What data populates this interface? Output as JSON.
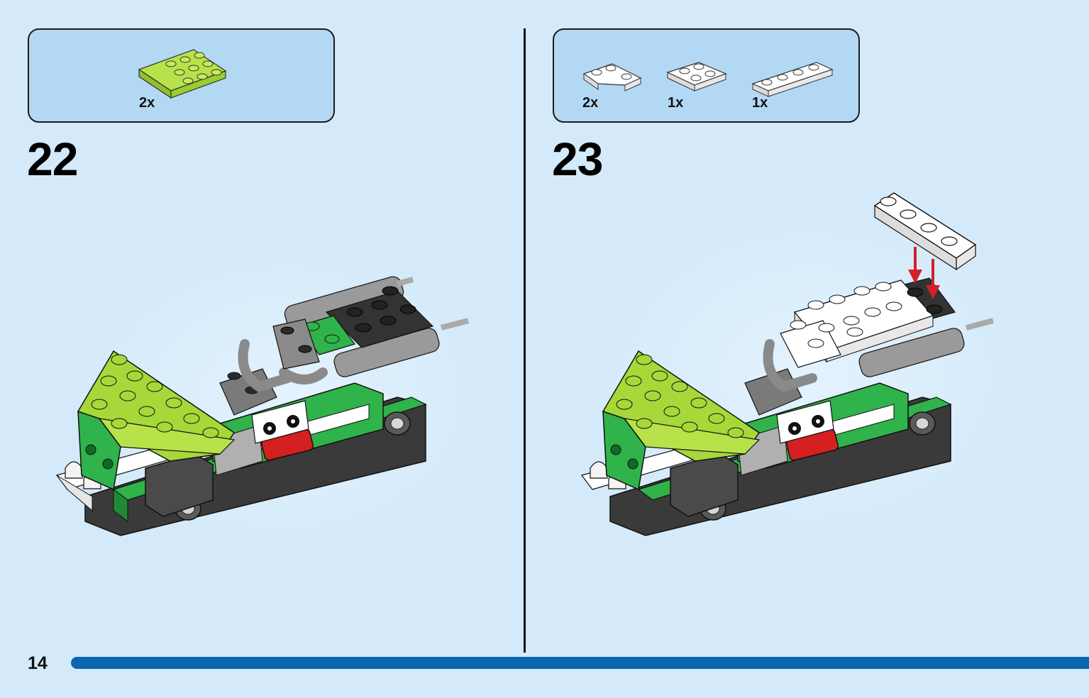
{
  "page_number": "14",
  "steps": [
    {
      "number": "22",
      "parts": [
        {
          "part": "lime-wedge-plate-icon",
          "quantity": "2x",
          "color": "#a6d83a"
        }
      ]
    },
    {
      "number": "23",
      "parts": [
        {
          "part": "white-corner-plate-icon",
          "quantity": "2x",
          "color": "#ffffff"
        },
        {
          "part": "white-plate-2x2-icon",
          "quantity": "1x",
          "color": "#ffffff"
        },
        {
          "part": "white-plate-1x4-icon",
          "quantity": "1x",
          "color": "#ffffff"
        }
      ]
    }
  ],
  "colors": {
    "background": "#d4eafa",
    "parts_box": "#b3d8f4",
    "progress_bar": "#0b66b2",
    "lime": "#a6d83a",
    "green": "#2fb34a",
    "dark_gray": "#4a4a4a",
    "light_gray": "#b0b0b0",
    "red": "#d42020",
    "arrow": "#d4202a"
  }
}
